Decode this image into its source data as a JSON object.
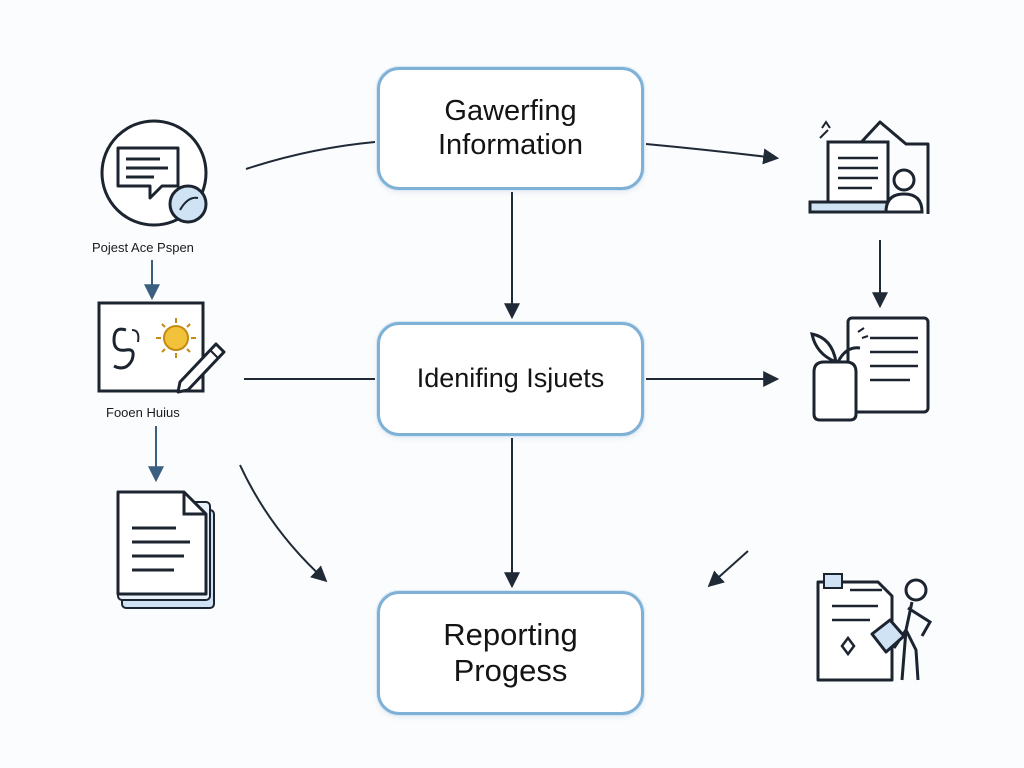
{
  "nodes": {
    "gathering": {
      "line1": "Gawerfing",
      "line2": "Information"
    },
    "identifying": {
      "label": "Idenifing Isjuets"
    },
    "reporting": {
      "line1": "Reporting",
      "line2": "Progess"
    }
  },
  "captions": {
    "left_top": "Pojest Ace Pspen",
    "left_middle": "Fooen Huius"
  },
  "icons": [
    "chat-bubble-icon",
    "idea-board-icon",
    "document-stack-icon",
    "laptop-user-icon",
    "plant-document-icon",
    "person-report-icon"
  ],
  "colors": {
    "box_border": "#7fb0d6",
    "arrow": "#1f2a36",
    "left_arrow": "#3b5f80",
    "icon_stroke": "#1c2430",
    "accent_blue": "#cfe3f4",
    "accent_yellow": "#f2c23a"
  }
}
